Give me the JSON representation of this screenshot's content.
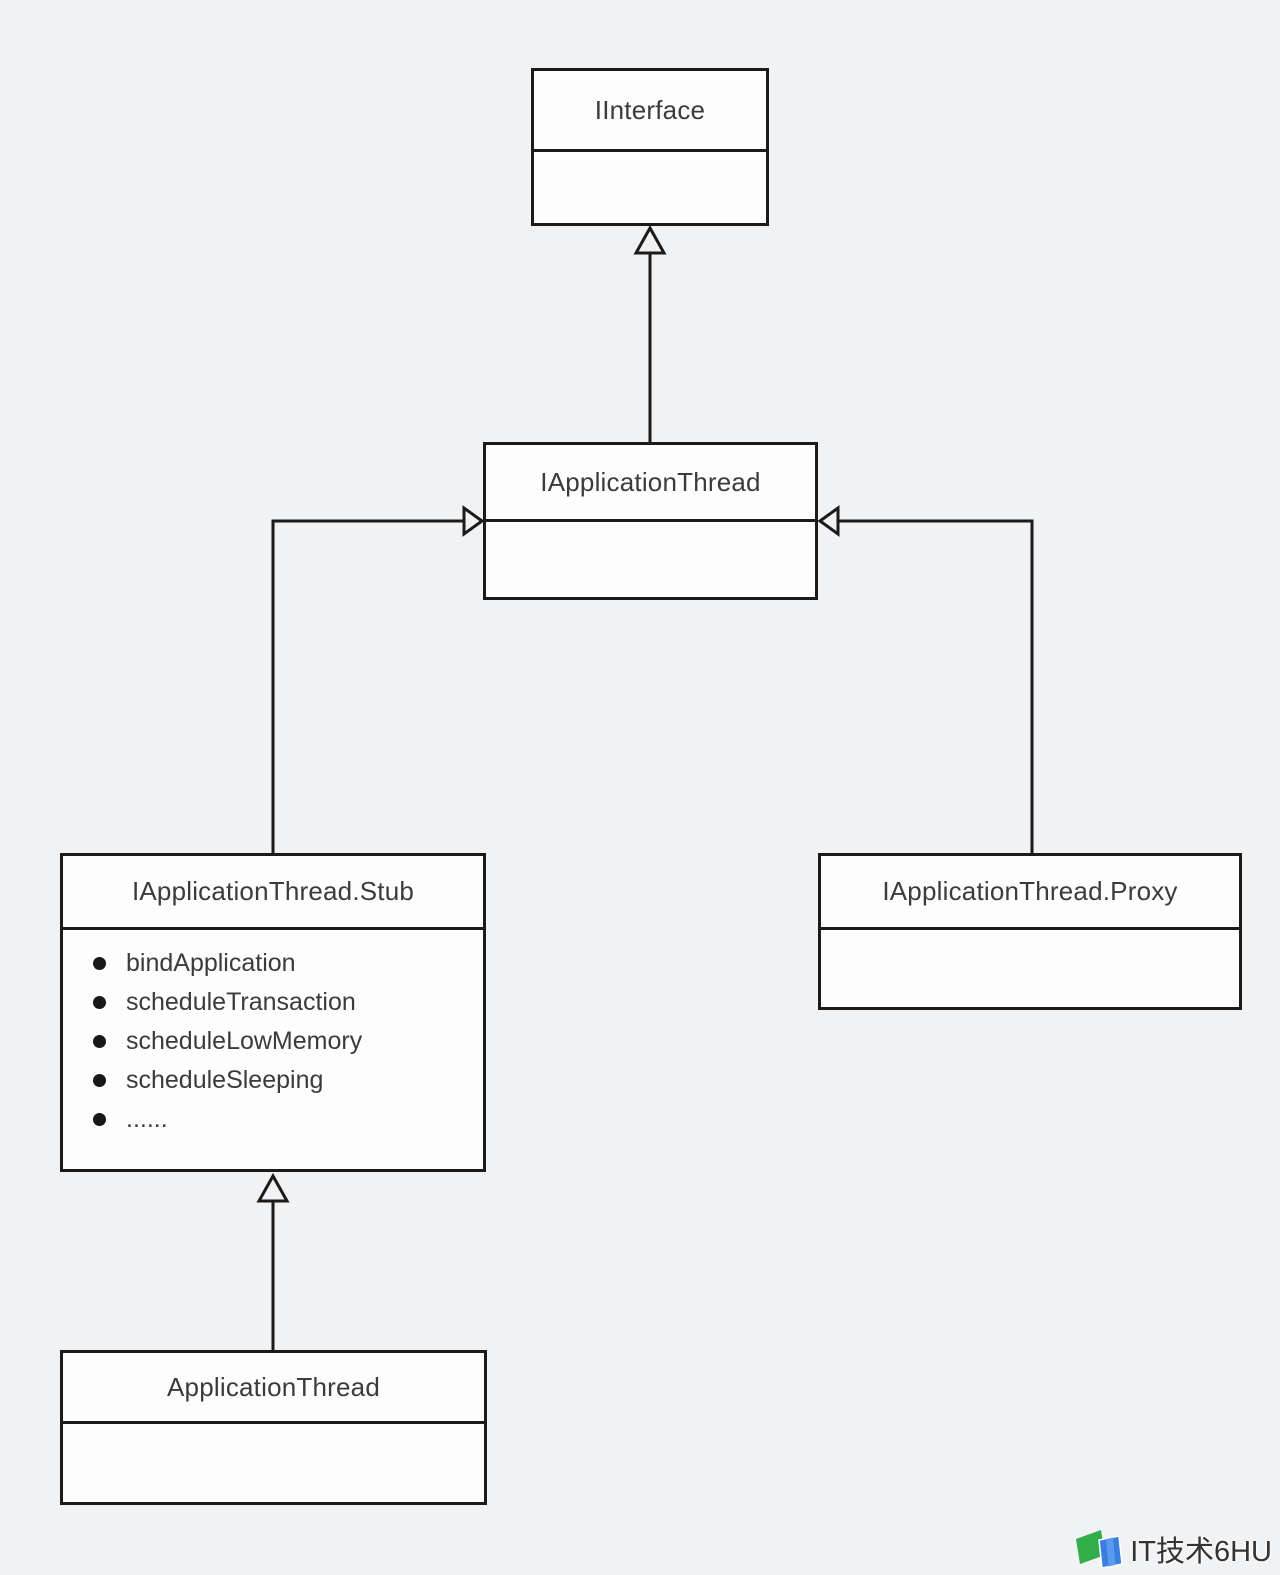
{
  "diagram": {
    "type": "uml-class-diagram",
    "nodes": {
      "iinterface": {
        "title": "IInterface",
        "methods": []
      },
      "iapplicationthread": {
        "title": "IApplicationThread",
        "methods": []
      },
      "stub": {
        "title": "IApplicationThread.Stub",
        "methods": [
          "bindApplication",
          "scheduleTransaction",
          "scheduleLowMemory",
          "scheduleSleeping",
          "......"
        ]
      },
      "proxy": {
        "title": "IApplicationThread.Proxy",
        "methods": []
      },
      "applicationthread": {
        "title": "ApplicationThread",
        "methods": []
      }
    },
    "relations": [
      {
        "from": "IApplicationThread",
        "to": "IInterface",
        "type": "generalization"
      },
      {
        "from": "IApplicationThread.Stub",
        "to": "IApplicationThread",
        "type": "generalization"
      },
      {
        "from": "IApplicationThread.Proxy",
        "to": "IApplicationThread",
        "type": "generalization"
      },
      {
        "from": "ApplicationThread",
        "to": "IApplicationThread.Stub",
        "type": "generalization"
      }
    ]
  },
  "watermark": {
    "text": "IT技术6HU"
  },
  "colors": {
    "background": "#f1f2f4",
    "box_fill": "#fdfdfe",
    "line": "#1b1b1b",
    "text": "#3b3b3b",
    "watermark_green": "#2fae4a",
    "watermark_blue": "#3a7fe0"
  }
}
